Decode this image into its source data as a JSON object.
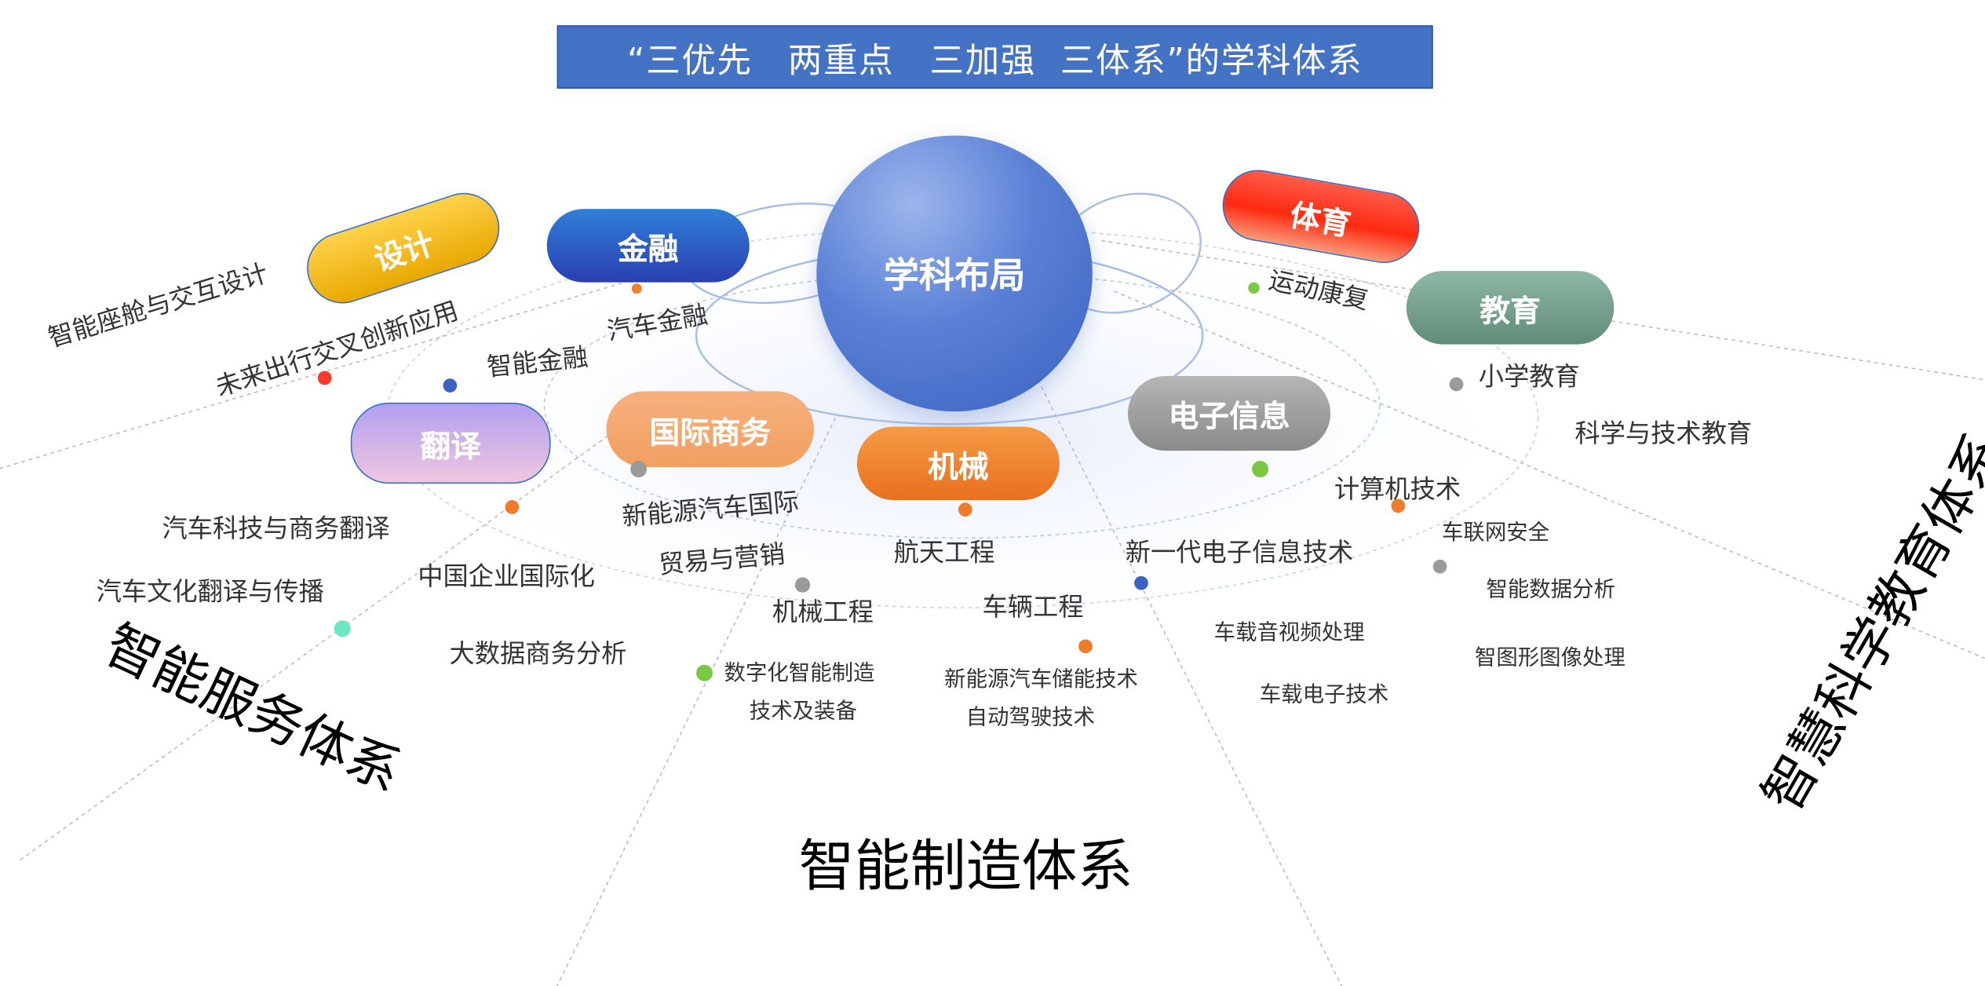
{
  "title": "“三优先　两重点　三加强  三体系”的学科体系",
  "center": "学科布局",
  "disciplines": {
    "design": "设计",
    "finance": "金融",
    "sports": "体育",
    "education": "教育",
    "translation": "翻译",
    "intl_business": "国际商务",
    "mechanical": "机械",
    "electronics": "电子信息"
  },
  "labels": {
    "smart_cockpit": "智能座舱与交互设计",
    "future_mobility": "未来出行交叉创新应用",
    "smart_finance": "智能金融",
    "auto_finance": "汽车金融",
    "sports_rehab": "运动康复",
    "primary_edu": "小学教育",
    "sci_tech_edu": "科学与技术教育",
    "auto_tech_translation": "汽车科技与商务翻译",
    "auto_culture_translation": "汽车文化翻译与传播",
    "china_intl": "中国企业国际化",
    "bigdata_business": "大数据商务分析",
    "nev_trade_1": "新能源汽车国际",
    "nev_trade_2": "贸易与营销",
    "aerospace": "航天工程",
    "mech_eng": "机械工程",
    "vehicle_eng": "车辆工程",
    "digital_mfg_1": "数字化智能制造",
    "digital_mfg_2": "技术及装备",
    "nev_storage": "新能源汽车储能技术",
    "autonomous": "自动驾驶技术",
    "new_gen_electronics": "新一代电子信息技术",
    "computer_tech": "计算机技术",
    "iov_security": "车联网安全",
    "smart_data": "智能数据分析",
    "av_processing": "车载音视频处理",
    "graphics": "智图形图像处理",
    "vehicle_electronics": "车载电子技术"
  },
  "systems": {
    "service": "智能服务体系",
    "manufacturing": "智能制造体系",
    "education": "智慧科学教育体系"
  },
  "colors": {
    "banner": "#4472c4",
    "design": "#f0b400",
    "finance": "#2f4fb8",
    "sports": "#e8281e",
    "education": "#6f9c85",
    "translation": "#c9a4e6",
    "intl_business": "#f4a26a",
    "mechanical": "#ef7c2a",
    "electronics": "#9a9a9a"
  }
}
